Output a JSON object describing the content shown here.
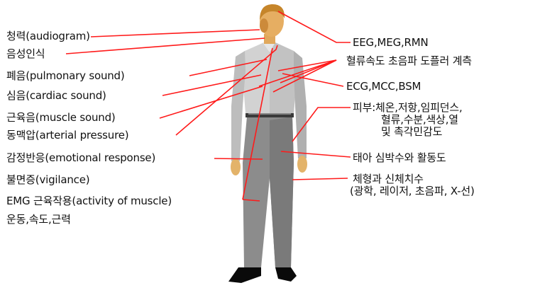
{
  "diagram": {
    "line_color": "#ff1a1a",
    "left_labels": [
      {
        "text": "청력(audiogram)"
      },
      {
        "text": "음성인식"
      },
      {
        "text": "폐음(pulmonary sound)"
      },
      {
        "text": "심음(cardiac sound)"
      },
      {
        "text": "근육음(muscle sound)"
      },
      {
        "text": "동맥압(arterial pressure)"
      },
      {
        "text": "감정반응(emotional response)"
      },
      {
        "text": "불면증(vigilance)"
      },
      {
        "text": "EMG 근육작용(activity of muscle)"
      },
      {
        "text": "운동,속도,근력"
      }
    ],
    "right_labels": [
      {
        "text": "EEG,MEG,RMN"
      },
      {
        "text": "혈류속도 초음파 도플러 계측"
      },
      {
        "text": "ECG,MCC,BSM"
      },
      {
        "lines": [
          "피부:체온,저항,임피던스,",
          "혈류,수분,색상,열",
          "및 촉각민감도"
        ]
      },
      {
        "text": "태아 심박수와 활동도"
      },
      {
        "lines": [
          "체형과 신체치수",
          "(광학, 레이저, 초음파, X-선)"
        ]
      }
    ]
  }
}
